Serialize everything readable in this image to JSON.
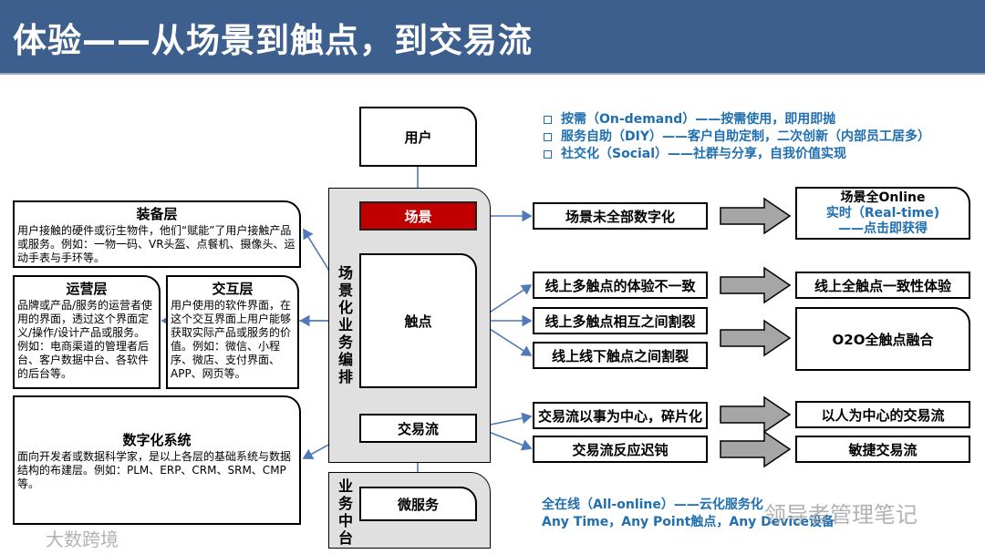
{
  "title": "体验——从场景到触点，到交易流",
  "user": "用户",
  "scene": "场景",
  "touch": "触点",
  "trade": "交易流",
  "micro": "微服务",
  "scene_orchestration": [
    "场",
    "景",
    "化",
    "业",
    "务",
    "编",
    "排"
  ],
  "business_midplatform": [
    "业",
    "务",
    "中",
    "台"
  ],
  "layers": {
    "equipment": {
      "title": "装备层",
      "desc": "用户接触的硬件或衍生物件，他们“赋能”了用户接触产品或服务。例如：一物一码、VR头盔、点餐机、摄像头、运动手表与手环等。"
    },
    "operation": {
      "title": "运营层",
      "desc": "品牌或产品/服务的运营者使用的界面，透过这个界面定义/操作/设计产品或服务。例如：电商渠道的管理者后台、客户数据中台、各软件的后台等。"
    },
    "interaction": {
      "title": "交互层",
      "desc": "用户使用的软件界面，在这个交互界面上用户能够获取实际产品或服务的价值。例如：微信、小程序、微店、支付界面、APP、网页等。"
    },
    "digital": {
      "title": "数字化系统",
      "desc": "面向开发者或数据科学家，是以上各层的基础系统与数据结构的布建层。例如：PLM、ERP、CRM、SRM、CMP等。"
    }
  },
  "bullets": [
    "按需（On-demand）——按需使用，即用即抛",
    "服务自助（DIY）——客户自助定制，二次创新（内部员工居多）",
    "社交化（Social）——社群与分享，自我价值实现"
  ],
  "problems": {
    "scene": "场景未全部数字化",
    "touch1": "线上多触点的体验不一致",
    "touch2": "线上多触点相互之间割裂",
    "touch3": "线上线下触点之间割裂",
    "trade1": "交易流以事为中心，碎片化",
    "trade2": "交易流反应迟钝"
  },
  "solutions": {
    "scene_line1": "场景全Online",
    "scene_line2": "实时（Real-time)",
    "scene_line3": "——点击即获得",
    "touch1": "线上全触点一致性体验",
    "touch2": "O2O全触点融合",
    "trade1": "以人为中心的交易流",
    "trade2": "敏捷交易流"
  },
  "bottom_note": [
    "全在线（All-online）——云化服务化",
    "Any Time，Any Point触点，Any Device设备"
  ],
  "watermarks": {
    "left": "大数跨境",
    "right": "领导者管理笔记"
  },
  "colors": {
    "header": "#3d5f8d",
    "accent_red": "#c00000",
    "blue_text": "#1f6fb0",
    "arrow_blue": "#4f79b8",
    "block_arrow": "#a6a6a6"
  }
}
